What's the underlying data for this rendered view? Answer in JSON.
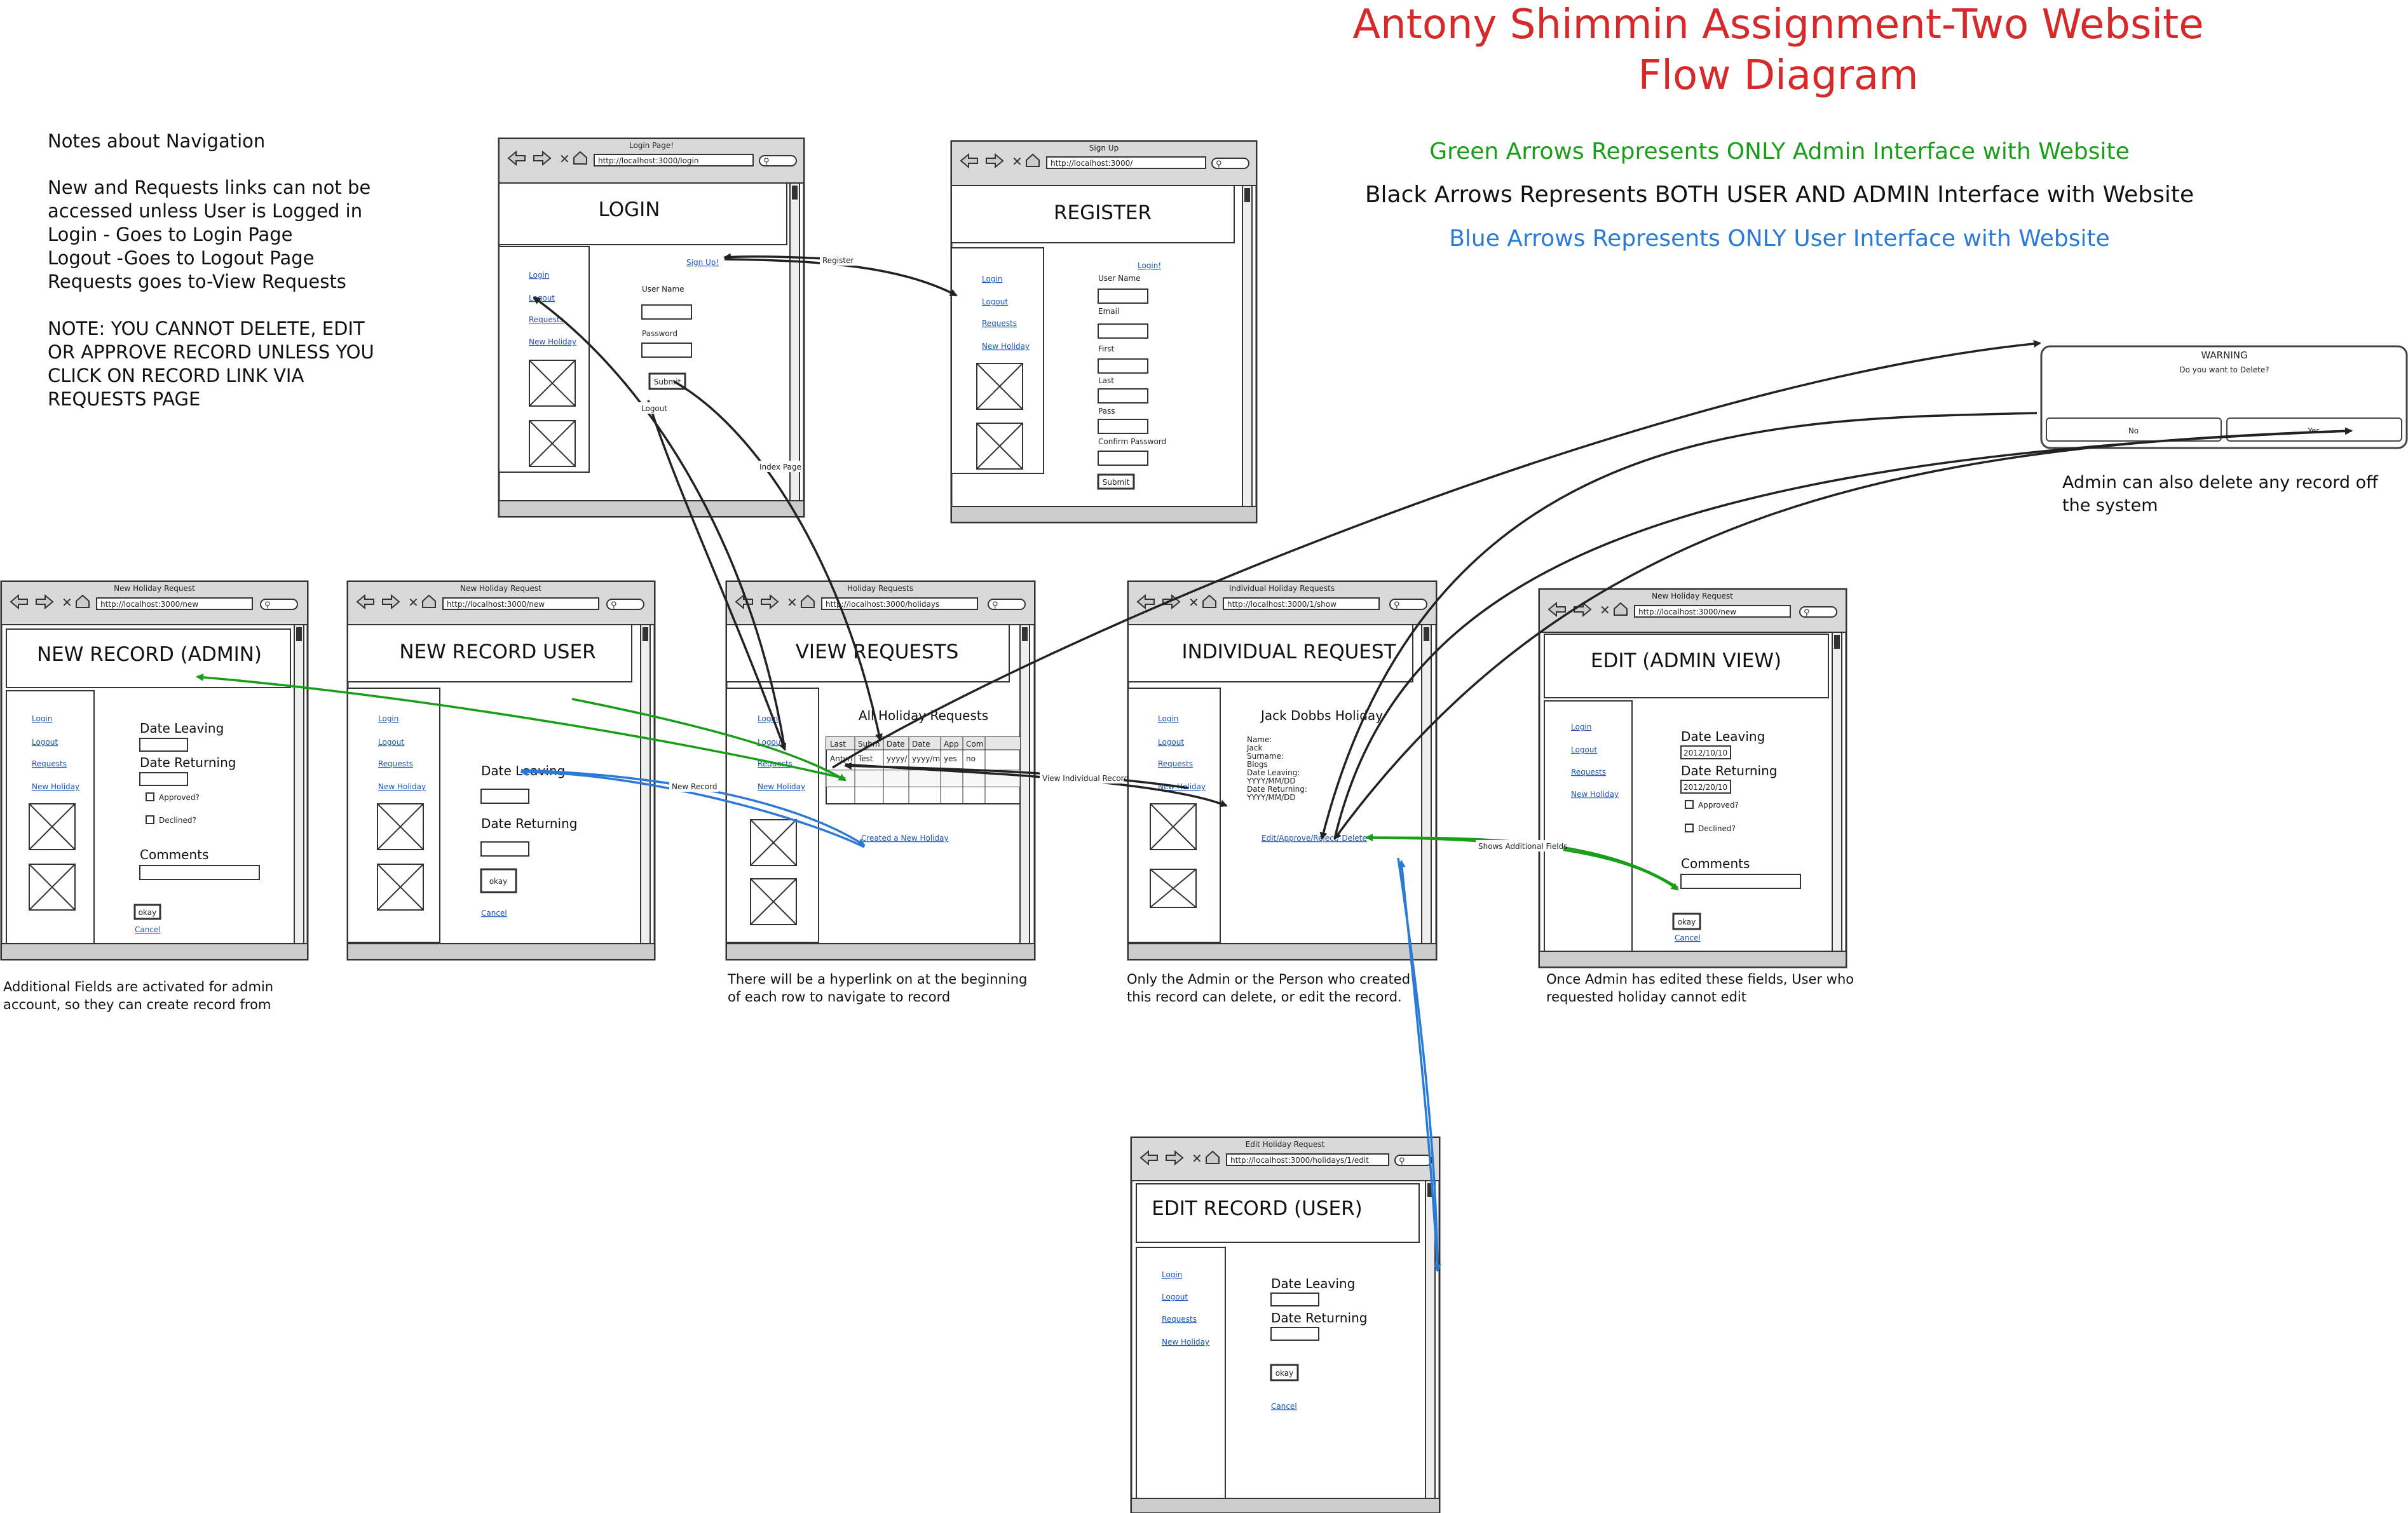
{
  "title": {
    "line1": "Antony Shimmin Assignment-Two Website",
    "line2": "Flow Diagram",
    "color": "#d62a2a"
  },
  "legend": {
    "green": "Green Arrows Represents ONLY Admin Interface with Website",
    "black": "Black Arrows Represents BOTH USER AND ADMIN  Interface with Website",
    "blue": "Blue Arrows Represents ONLY User Interface with Website",
    "green_color": "#1a9e1a",
    "blue_color": "#2a7ad6"
  },
  "notes": {
    "heading": "Notes about Navigation",
    "lines": [
      "New and Requests links can not be",
      "accessed unless User is Logged in",
      "Login - Goes to Login Page",
      "Logout -Goes to Logout Page",
      "Requests goes to-View Requests",
      "NOTE: YOU CANNOT DELETE, EDIT",
      "OR APPROVE RECORD UNLESS YOU",
      "CLICK ON RECORD LINK VIA",
      "REQUESTS PAGE"
    ]
  },
  "nav": {
    "login": "Login",
    "logout": "Logout",
    "requests": "Requests",
    "new_holiday": "New Holiday"
  },
  "common": {
    "okay": "okay",
    "cancel": "Cancel",
    "date_leaving": "Date Leaving",
    "date_returning": "Date Returning",
    "comments": "Comments",
    "approved": "Approved?",
    "declined": "Declined?",
    "submit": "Submit"
  },
  "login": {
    "window_title": "Login Page!",
    "url": "http://localhost:3000/login",
    "heading": "LOGIN",
    "signup_link": "Sign Up!",
    "user_label": "User Name",
    "password_label": "Password"
  },
  "register": {
    "window_title": "Sign Up",
    "url": "http://localhost:3000/",
    "heading": "REGISTER",
    "login_link": "Login!",
    "fields": [
      "User Name",
      "Email",
      "First",
      "Last",
      "Pass",
      "Confirm Password"
    ]
  },
  "new_admin": {
    "window_title": "New Holiday Request",
    "url": "http://localhost:3000/new",
    "heading": "NEW RECORD (ADMIN)",
    "caption": [
      "Additional Fields are activated for admin",
      "account, so they can create record from"
    ]
  },
  "new_user": {
    "window_title": "New Holiday Request",
    "url": "http://localhost:3000/new",
    "heading": "NEW RECORD USER"
  },
  "view": {
    "window_title": "Holiday Requests",
    "url": "http://localhost:3000/holidays",
    "heading": "VIEW REQUESTS",
    "subheading": "All Holiday Requests",
    "columns": [
      "Last",
      "Subm",
      "Date",
      "Date",
      "App",
      "Com"
    ],
    "row": [
      "Antyn",
      "Test",
      "yyyy/",
      "yyyy/m",
      "yes",
      "no"
    ],
    "new_link": "Created a New Holiday",
    "caption": [
      "There will be a hyperlink on at the beginning",
      "of each row to navigate to record"
    ]
  },
  "individual": {
    "window_title": "Individual Holiday Requests",
    "url": "http://localhost:3000/1/show",
    "heading": "INDIVIDUAL REQUEST",
    "subheading": "Jack Dobbs Holiday",
    "details": [
      "Name:",
      "Jack",
      "Surname:",
      "Blogs",
      "Date Leaving:",
      "YYYY/MM/DD",
      "Date Returning:",
      "YYYY/MM/DD"
    ],
    "action_link": "Edit/Approve/Reject/ Delete",
    "caption": [
      "Only the Admin or the Person who created",
      "this record can delete, or edit the record."
    ]
  },
  "edit_admin": {
    "window_title": "New Holiday Request",
    "url": "http://localhost:3000/new",
    "heading": "EDIT (ADMIN VIEW)",
    "leaving_value": "2012/10/10",
    "returning_value": "2012/20/10",
    "caption": [
      "Once Admin has edited these fields, User who",
      "requested holiday cannot edit"
    ]
  },
  "edit_user": {
    "window_title": "Edit Holiday Request",
    "url": "http://localhost:3000/holidays/1/edit",
    "heading": "EDIT RECORD (USER)"
  },
  "warning": {
    "title": "WARNING",
    "question": "Do you want to Delete?",
    "no": "No",
    "yes": "Yes",
    "caption": [
      "Admin can also delete any record off",
      "the system"
    ]
  },
  "arrow_labels": {
    "register": "Register",
    "logout": "Logout",
    "index": "Index Page",
    "new_record": "New Record",
    "view_individual": "View Individual Record",
    "shows_fields": "Shows Additional Fields"
  }
}
